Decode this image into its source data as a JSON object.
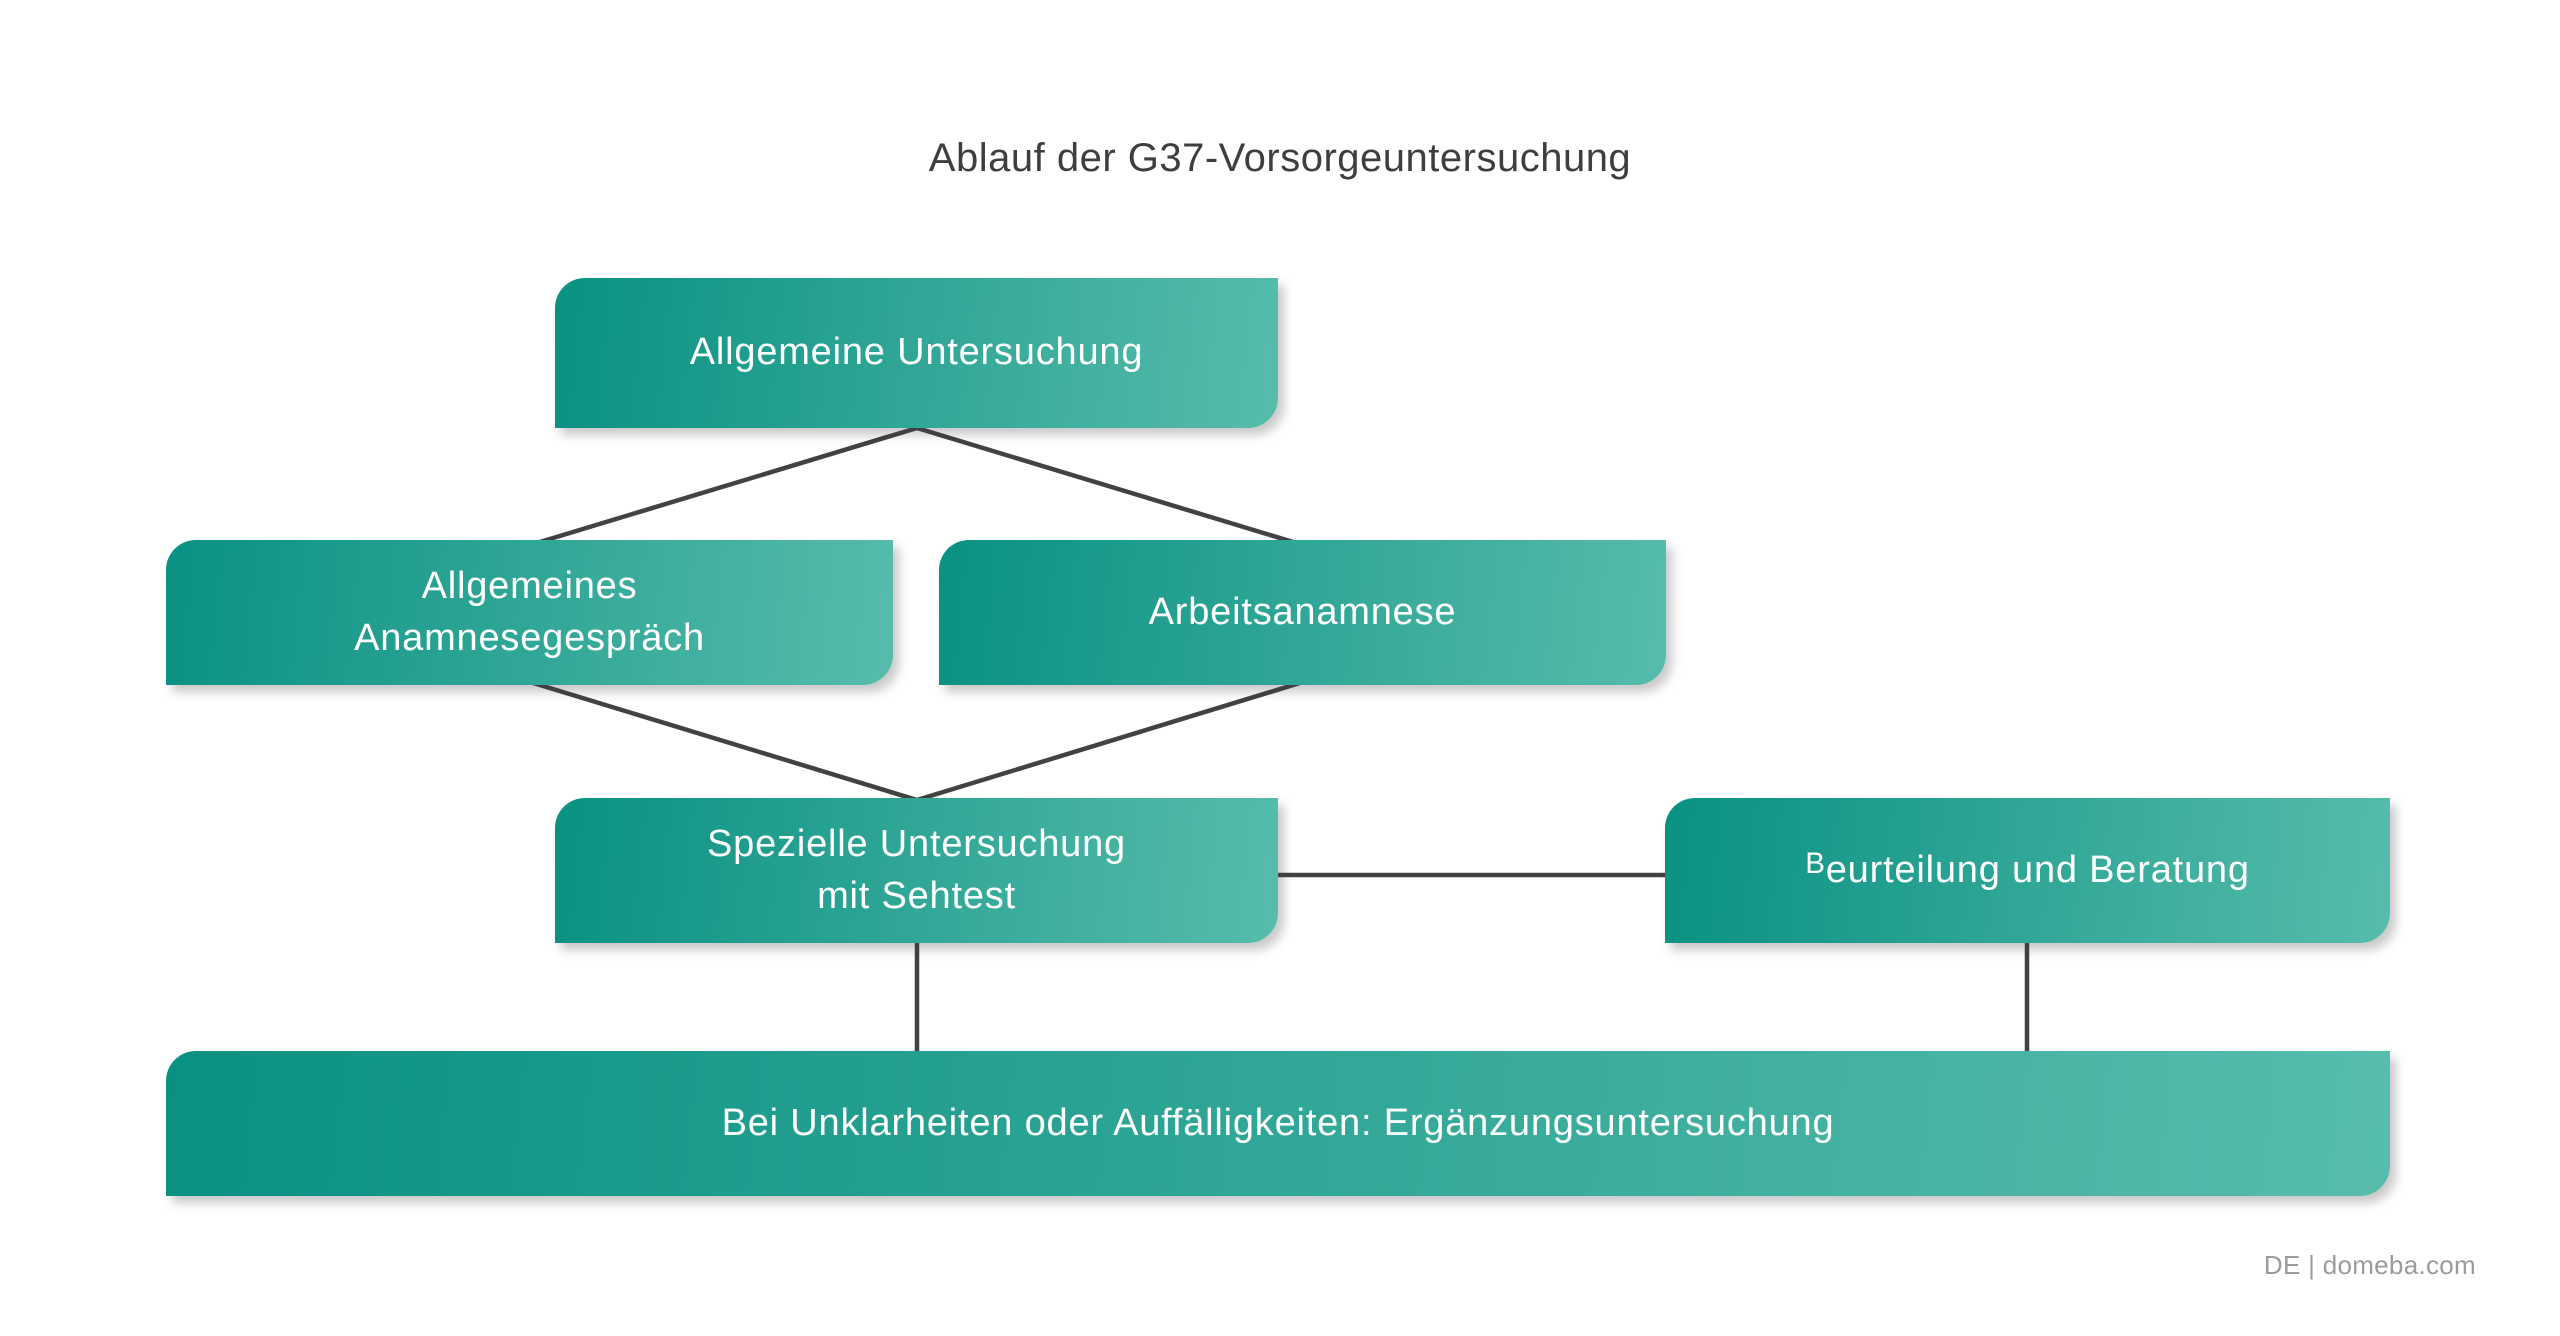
{
  "title": "Ablauf der G37-Vorsorgeuntersuchung",
  "footer": {
    "credit": "DE | domeba.com"
  },
  "colors": {
    "background": "#ffffff",
    "node_gradient_start": "#0a9182",
    "node_gradient_end": "#57bcab",
    "node_text": "#ffffff",
    "connector": "#424242",
    "title_text": "#3e3e3e",
    "footer_text": "#9b9b9b"
  },
  "nodes": {
    "allgemeine_untersuchung": {
      "label": "Allgemeine Untersuchung"
    },
    "allgemeines_anamnesegespraech": {
      "label": "Allgemeines\nAnamnesegespräch"
    },
    "arbeitsanamnese": {
      "label": "Arbeitsanamnese"
    },
    "spezielle_untersuchung": {
      "label": "Spezielle Untersuchung\nmit Sehtest"
    },
    "beurteilung_und_beratung": {
      "initial": "B",
      "rest": "eurteilung und Beratung"
    },
    "ergaenzungsuntersuchung": {
      "label": "Bei Unklarheiten oder Auffälligkeiten: Ergänzungsuntersuchung"
    }
  },
  "edges": [
    {
      "from": "allgemeine_untersuchung",
      "to": "allgemeines_anamnesegespraech"
    },
    {
      "from": "allgemeine_untersuchung",
      "to": "arbeitsanamnese"
    },
    {
      "from": "allgemeines_anamnesegespraech",
      "to": "spezielle_untersuchung"
    },
    {
      "from": "arbeitsanamnese",
      "to": "spezielle_untersuchung"
    },
    {
      "from": "spezielle_untersuchung",
      "to": "beurteilung_und_beratung"
    },
    {
      "from": "spezielle_untersuchung",
      "to": "ergaenzungsuntersuchung"
    },
    {
      "from": "beurteilung_und_beratung",
      "to": "ergaenzungsuntersuchung"
    }
  ]
}
